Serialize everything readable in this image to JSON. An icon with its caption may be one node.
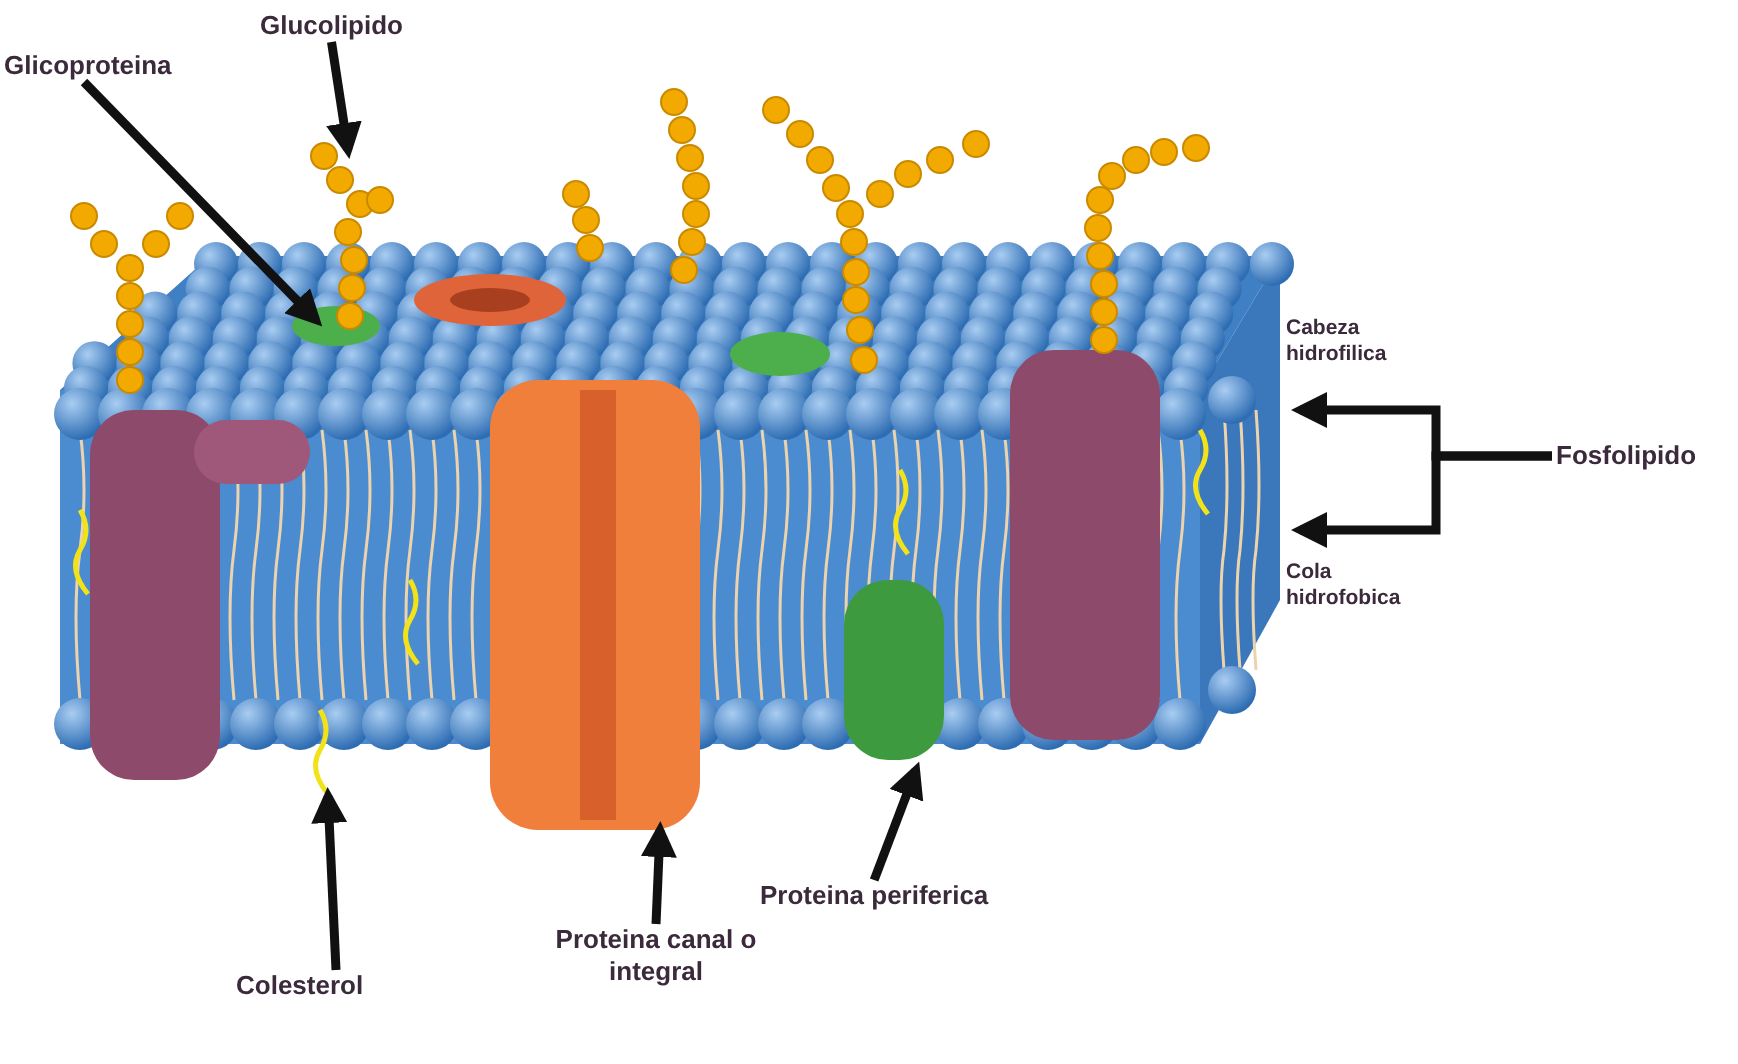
{
  "diagram": {
    "nodes": [
      {
        "text": [
          "Glicoproteina"
        ]
      },
      {
        "text": [
          "Glucolipido"
        ]
      },
      {
        "text": [
          "Fosfolipido"
        ]
      },
      {
        "text": [
          "Colesterol"
        ]
      },
      {
        "text": [
          "Proteina canal o integral"
        ]
      },
      {
        "text": [
          "Proteina periferica"
        ]
      }
    ],
    "edges": [
      {
        "from": 0,
        "to": null,
        "arrow": "to"
      },
      {
        "from": 1,
        "to": null,
        "arrow": "to"
      },
      {
        "from": 2,
        "to": null,
        "arrow": "to",
        "label": "Cabeza hidrofilica"
      },
      {
        "from": 2,
        "to": null,
        "arrow": "to",
        "label": "Cola hidrofobica"
      },
      {
        "from": 3,
        "to": null,
        "arrow": "to"
      },
      {
        "from": 4,
        "to": null,
        "arrow": "to"
      },
      {
        "from": 5,
        "to": null,
        "arrow": "to"
      }
    ]
  }
}
